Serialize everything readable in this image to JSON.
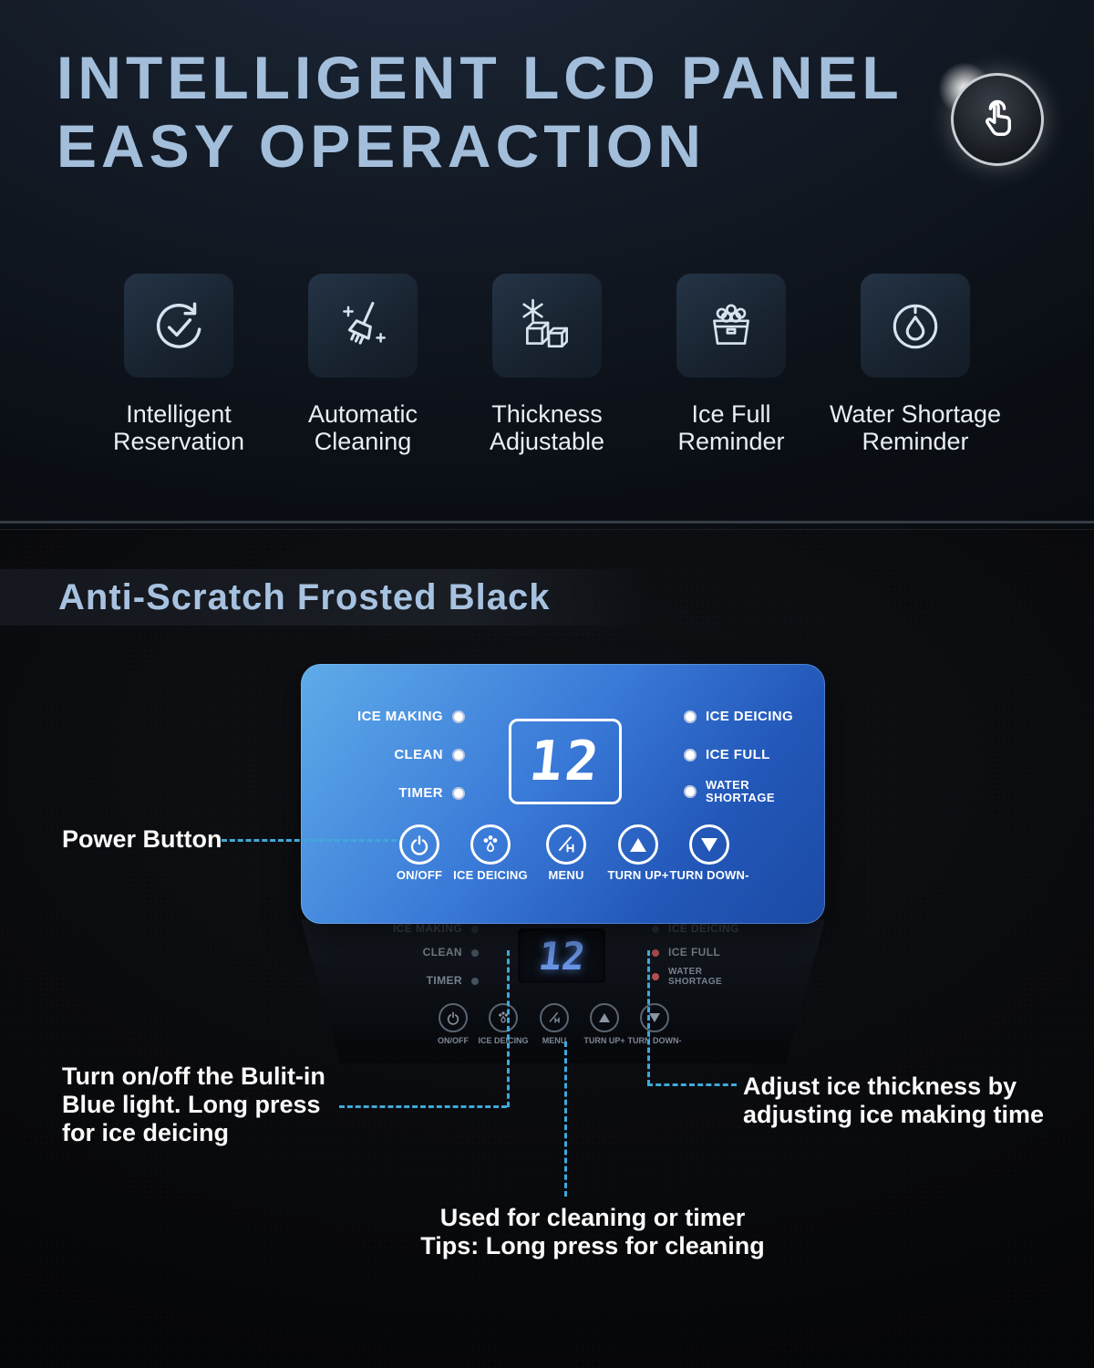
{
  "header": {
    "title": "INTELLIGENT LCD PANEL\nEASY OPERACTION"
  },
  "features": [
    {
      "icon": "reservation-icon",
      "label": "Intelligent\nReservation"
    },
    {
      "icon": "cleaning-icon",
      "label": "Automatic\nCleaning"
    },
    {
      "icon": "thickness-icon",
      "label": "Thickness\nAdjustable"
    },
    {
      "icon": "ice-full-icon",
      "label": "Ice Full\nReminder"
    },
    {
      "icon": "water-drop-icon",
      "label": "Water Shortage\nReminder"
    }
  ],
  "section": {
    "heading": "Anti-Scratch Frosted Black"
  },
  "panel": {
    "indicators_left": [
      "ICE MAKING",
      "CLEAN",
      "TIMER"
    ],
    "indicators_right": [
      "ICE DEICING",
      "ICE FULL",
      "WATER\nSHORTAGE"
    ],
    "display_value": "12",
    "buttons": [
      {
        "icon": "power-icon",
        "label": "ON/OFF"
      },
      {
        "icon": "deicing-icon",
        "label": "ICE DEICING"
      },
      {
        "icon": "menu-icon",
        "label": "MENU"
      },
      {
        "icon": "triangle-up-icon",
        "label": "TURN UP+"
      },
      {
        "icon": "triangle-down-icon",
        "label": "TURN DOWN-"
      }
    ]
  },
  "callouts": {
    "power": "Power Button",
    "deicing": "Turn on/off the Bulit-in\nBlue light. Long press\nfor ice deicing",
    "thickness": "Adjust ice thickness by\nadjusting ice making time",
    "cleaning": "Used for cleaning or timer\nTips: Long press for cleaning"
  },
  "colors": {
    "title_accent": "#a3bedb",
    "panel_blue_light": "#5fabe9",
    "panel_blue_dark": "#1c4aa6",
    "callout_line": "#3fa9da",
    "display_digit_dim": "#6a96e8"
  }
}
